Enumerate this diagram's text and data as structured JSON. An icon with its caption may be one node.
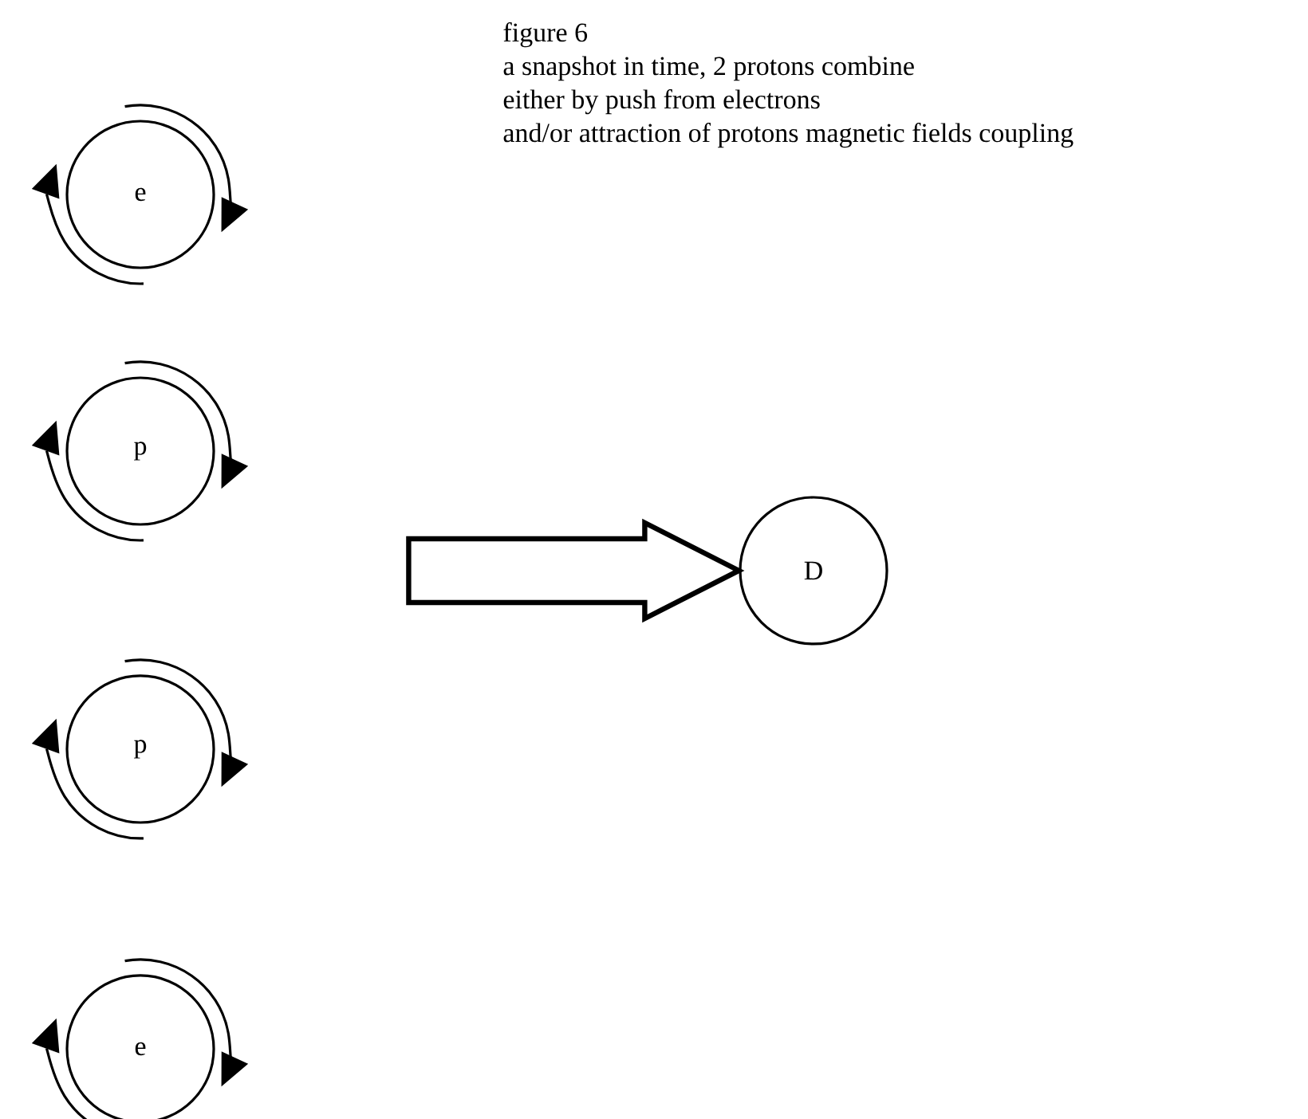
{
  "diagram": {
    "title": "figure 6",
    "nodes": [
      {
        "text": [
          "e"
        ]
      },
      {
        "text": [
          "p"
        ]
      },
      {
        "text": [
          "p"
        ]
      },
      {
        "text": [
          "e"
        ]
      },
      {
        "text": [
          "D"
        ]
      }
    ],
    "edges": [
      {
        "from": null,
        "to": 4,
        "arrow": "to",
        "style": "thick"
      }
    ],
    "labels": [
      "a snapshot in time, 2 protons combine",
      "either by push from electrons",
      "and/or attraction of protons magnetic fields coupling"
    ]
  }
}
